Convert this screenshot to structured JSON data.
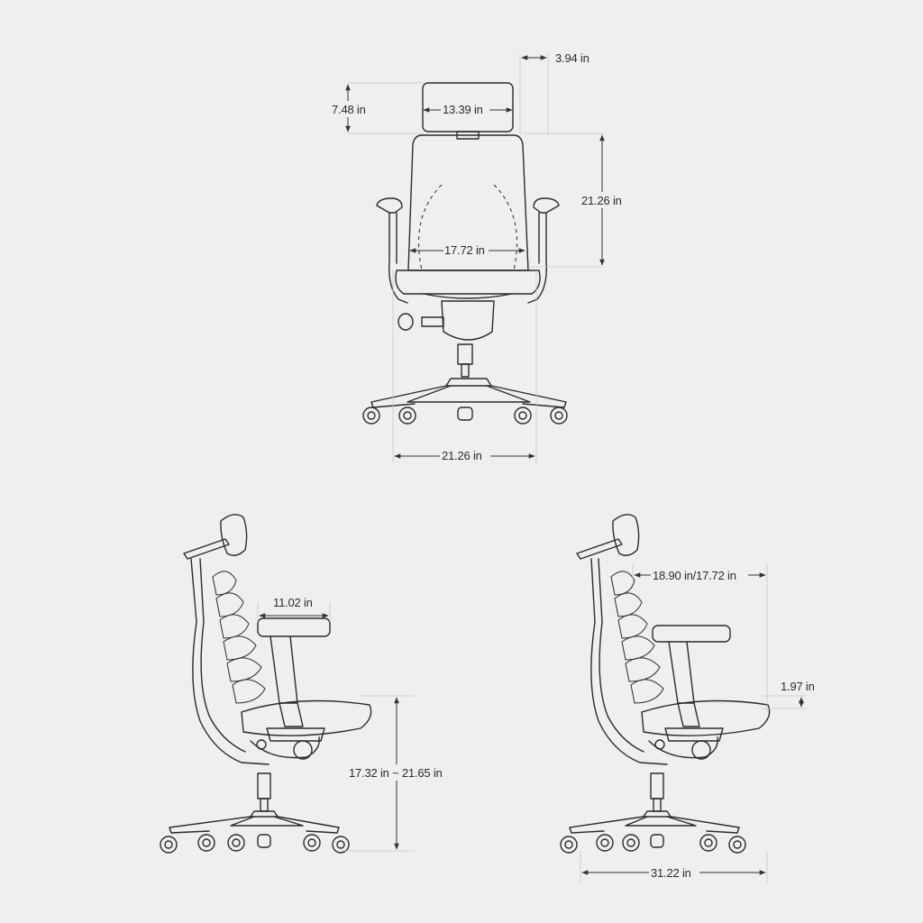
{
  "dimensions": {
    "headrest_depth": "3.94 in",
    "headrest_height": "7.48 in",
    "headrest_width": "13.39 in",
    "backrest_height": "21.26 in",
    "seat_width": "17.72 in",
    "base_width": "21.26 in",
    "armrest_length": "11.02 in",
    "seat_height": "17.32 in ~ 21.65 in",
    "seat_depth": "18.90 in/17.72 in",
    "seat_slide": "1.97 in",
    "base_depth": "31.22 in"
  },
  "colors": {
    "background": "#efefef",
    "line": "#2b2b2b"
  }
}
